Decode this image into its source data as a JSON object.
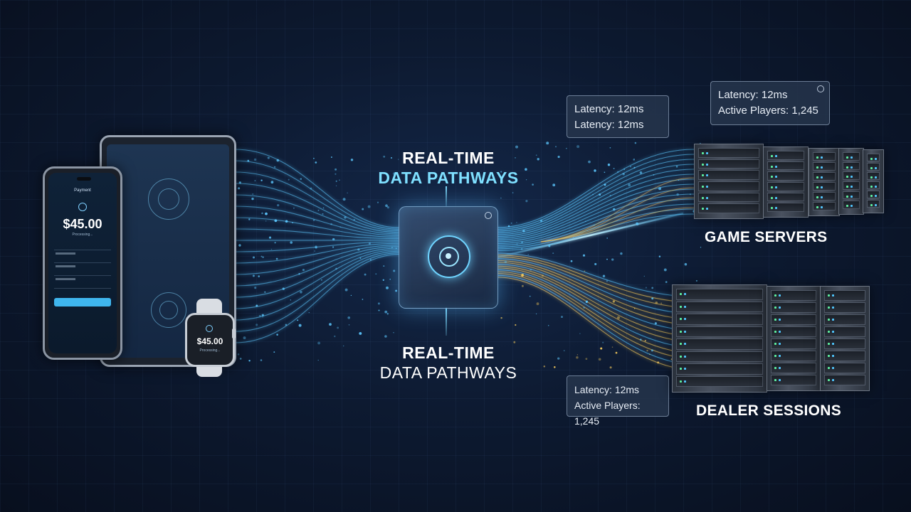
{
  "title_top": {
    "line1": "REAL-TIME",
    "line2": "DATA PATHWAYS"
  },
  "title_bottom": {
    "line1": "REAL-TIME",
    "line2": "DATA PATHWAYS"
  },
  "stats": {
    "box1": {
      "line1": "Latency: 12ms",
      "line2": "Latency: 12ms"
    },
    "box2": {
      "line1": "Latency: 12ms",
      "line2": "Active Players: 1,245"
    },
    "box3": {
      "line1": "Latency: 12ms",
      "line2": "Active Players: 1,245"
    }
  },
  "labels": {
    "game_servers": "GAME SERVERS",
    "dealer_sessions": "DEALER SESSIONS"
  },
  "devices": {
    "phone": {
      "title": "Payment",
      "amount": "$45.00",
      "status": "Processing..."
    },
    "watch": {
      "amount": "$45.00",
      "status": "Processing..."
    }
  },
  "colors": {
    "flow_blue": "#5cc8ff",
    "flow_gold": "#f2c85b",
    "accent_cyan": "#7fe0ff",
    "background": "#0b1628"
  }
}
